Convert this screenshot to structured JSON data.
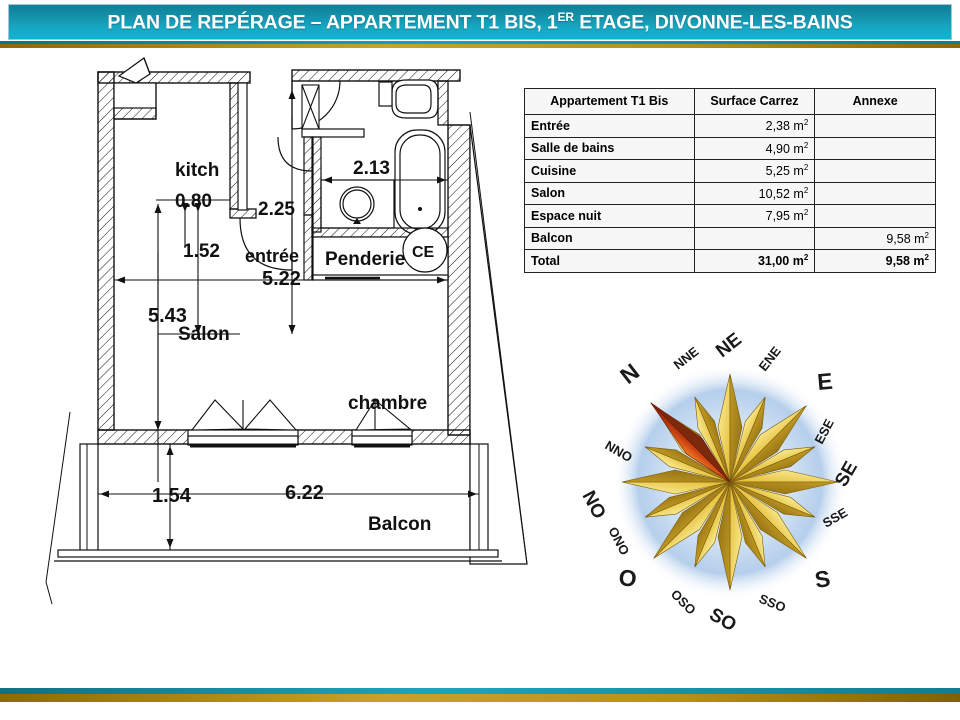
{
  "header": {
    "title_before": "PLAN DE REPÉRAGE – APPARTEMENT T1 BIS, 1",
    "title_sup": "ER",
    "title_after": " ETAGE, DIVONNE-LES-BAINS",
    "bar_color": "#1596b0",
    "accent_color": "#c9a227"
  },
  "table": {
    "headers": [
      "Appartement T1 Bis",
      "Surface Carrez",
      "Annexe"
    ],
    "rows": [
      {
        "room": "Entrée",
        "carrez": "2,38 m",
        "annexe": ""
      },
      {
        "room": "Salle de bains",
        "carrez": "4,90 m",
        "annexe": ""
      },
      {
        "room": "Cuisine",
        "carrez": "5,25 m",
        "annexe": ""
      },
      {
        "room": "Salon",
        "carrez": "10,52 m",
        "annexe": ""
      },
      {
        "room": "Espace nuit",
        "carrez": "7,95 m",
        "annexe": ""
      },
      {
        "room": "Balcon",
        "carrez": "",
        "annexe": "9,58 m"
      },
      {
        "room": "Total",
        "carrez": "31,00 m",
        "annexe": "9,58 m"
      }
    ],
    "unit_exponent": "2"
  },
  "plan": {
    "room_labels": {
      "kitchen": "kitch",
      "entrance": "entrée",
      "wardrobe": "Penderie",
      "water_heater": "CE",
      "living": "Salon",
      "bedroom": "chambre",
      "balcony": "Balcon"
    },
    "dimensions": {
      "kitchen_width": "0.80",
      "kitchen_depth": "1.52",
      "entrance_depth": "2.25",
      "bathroom_width": "2.13",
      "living_depth": "5.43",
      "living_width": "5.22",
      "balcony_depth": "1.54",
      "balcony_width": "6.22"
    }
  },
  "compass": {
    "cardinals": [
      {
        "label": "N",
        "angle": -45
      },
      {
        "label": "NNE",
        "angle": -22.5
      },
      {
        "label": "NE",
        "angle": 0
      },
      {
        "label": "ENE",
        "angle": 22.5
      },
      {
        "label": "E",
        "angle": 45
      },
      {
        "label": "ESE",
        "angle": 67.5
      },
      {
        "label": "SE",
        "angle": 90
      },
      {
        "label": "SSE",
        "angle": 112.5
      },
      {
        "label": "S",
        "angle": 135
      },
      {
        "label": "SSO",
        "angle": 157.5
      },
      {
        "label": "SO",
        "angle": 180
      },
      {
        "label": "OSO",
        "angle": 202.5
      },
      {
        "label": "O",
        "angle": 225
      },
      {
        "label": "ONO",
        "angle": 247.5
      },
      {
        "label": "NO",
        "angle": 270
      },
      {
        "label": "NNO",
        "angle": 292.5
      }
    ],
    "needle_color": "#c0321a",
    "star_color": "#e8c23a",
    "glow_color": "#bcd6ee"
  }
}
